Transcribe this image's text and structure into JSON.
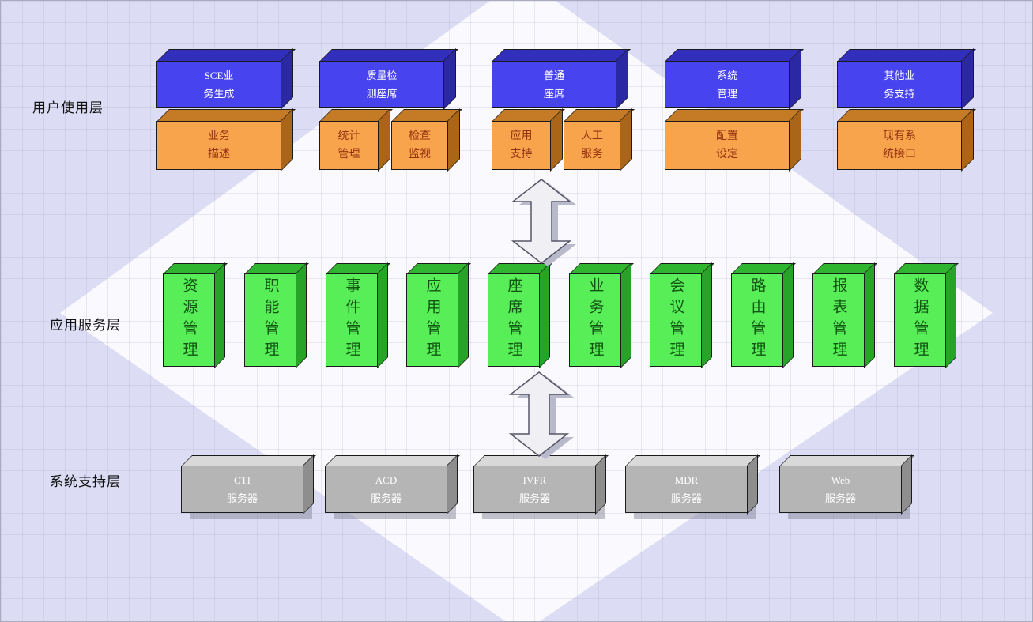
{
  "layers": [
    {
      "label": "用户使用层"
    },
    {
      "label": "应用服务层"
    },
    {
      "label": "系统支持层"
    }
  ],
  "user_layer": {
    "groups": [
      {
        "blue": "SCE业\n务生成",
        "orange": [
          "业务\n描述"
        ]
      },
      {
        "blue": "质量检\n测座席",
        "orange": [
          "统计\n管理",
          "检查\n监视"
        ]
      },
      {
        "blue": "普通\n座席",
        "orange": [
          "应用\n支持",
          "人工\n服务"
        ]
      },
      {
        "blue": "系统\n管理",
        "orange": [
          "配置\n设定"
        ]
      },
      {
        "blue": "其他业\n务支持",
        "orange": [
          "现有系\n统接口"
        ]
      }
    ]
  },
  "app_layer": {
    "items": [
      "资源管理",
      "职能管理",
      "事件管理",
      "应用管理",
      "座席管理",
      "业务管理",
      "会议管理",
      "路由管理",
      "报表管理",
      "数据管理"
    ]
  },
  "system_layer": {
    "servers": [
      "CTI\n服务器",
      "ACD\n服务器",
      "IVFR\n服务器",
      "MDR\n服务器",
      "Web\n服务器"
    ]
  },
  "icons": {
    "arrow_user_app": "double-headed vertical arrow",
    "arrow_app_system": "double-headed vertical arrow"
  },
  "colors": {
    "background": "#dcdcf5",
    "diamond": "#fbfbfe",
    "blue_face": "#4743ef",
    "orange_face": "#f7a44c",
    "orange_text": "#943110",
    "green_face": "#58ee58",
    "green_text": "#115511",
    "gray_face": "#b5b5b5",
    "arrow_fill": "#f0f0f4"
  }
}
